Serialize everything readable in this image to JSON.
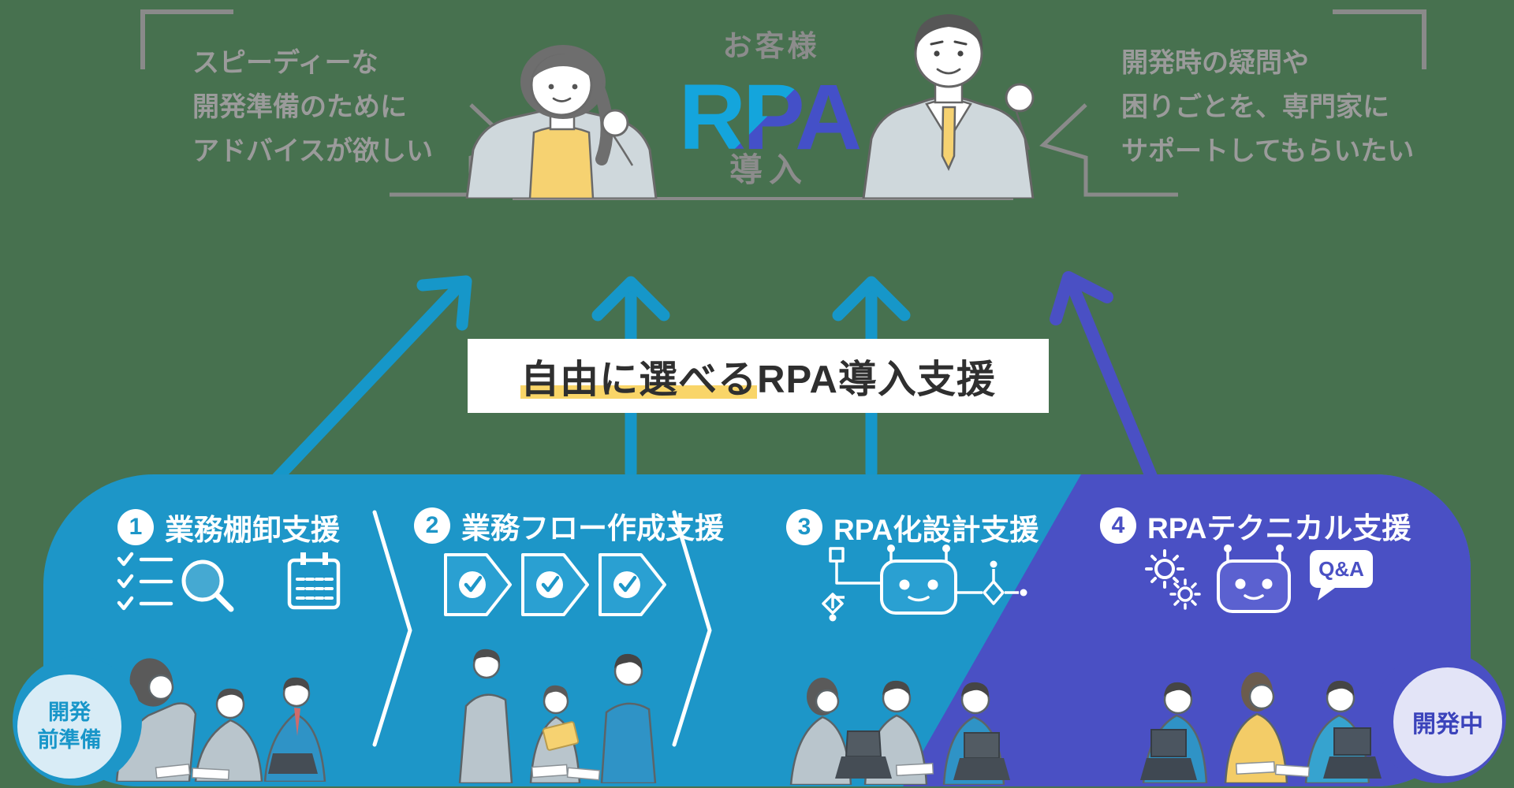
{
  "colors": {
    "background": "#47714f",
    "band_blue": "#1d96c8",
    "band_purple": "#4a50c4",
    "arrow_blue": "#1697c9",
    "rpa_cyan": "#14a5dc",
    "rpa_indigo": "#4450c8",
    "quote_gray": "#9b9b9b",
    "banner_text": "#2f2f2f",
    "highlight_yellow": "#f9d568",
    "badge_left_bg": "#d9ecf6",
    "badge_right_bg": "#e3e4f7"
  },
  "customer": {
    "label": "お客様",
    "rpa": "RPA",
    "implementation": "導入"
  },
  "quotes": {
    "left": {
      "lines": [
        "スピーディーな",
        "開発準備のために",
        "アドバイスが欲しい"
      ]
    },
    "right": {
      "lines": [
        "開発時の疑問や",
        "困りごとを、専門家に",
        "サポートしてもらいたい"
      ]
    }
  },
  "banner": {
    "highlight": "自由に選べる",
    "rest": "RPA導入支援"
  },
  "sections": [
    {
      "number": "1",
      "title": "業務棚卸支援"
    },
    {
      "number": "2",
      "title": "業務フロー作成支援"
    },
    {
      "number": "3",
      "title": "RPA化設計支援"
    },
    {
      "number": "4",
      "title": "RPAテクニカル支援"
    }
  ],
  "badges": {
    "left": {
      "line1": "開発",
      "line2": "前準備"
    },
    "right": {
      "label": "開発中"
    }
  },
  "qa_label": "Q&A"
}
